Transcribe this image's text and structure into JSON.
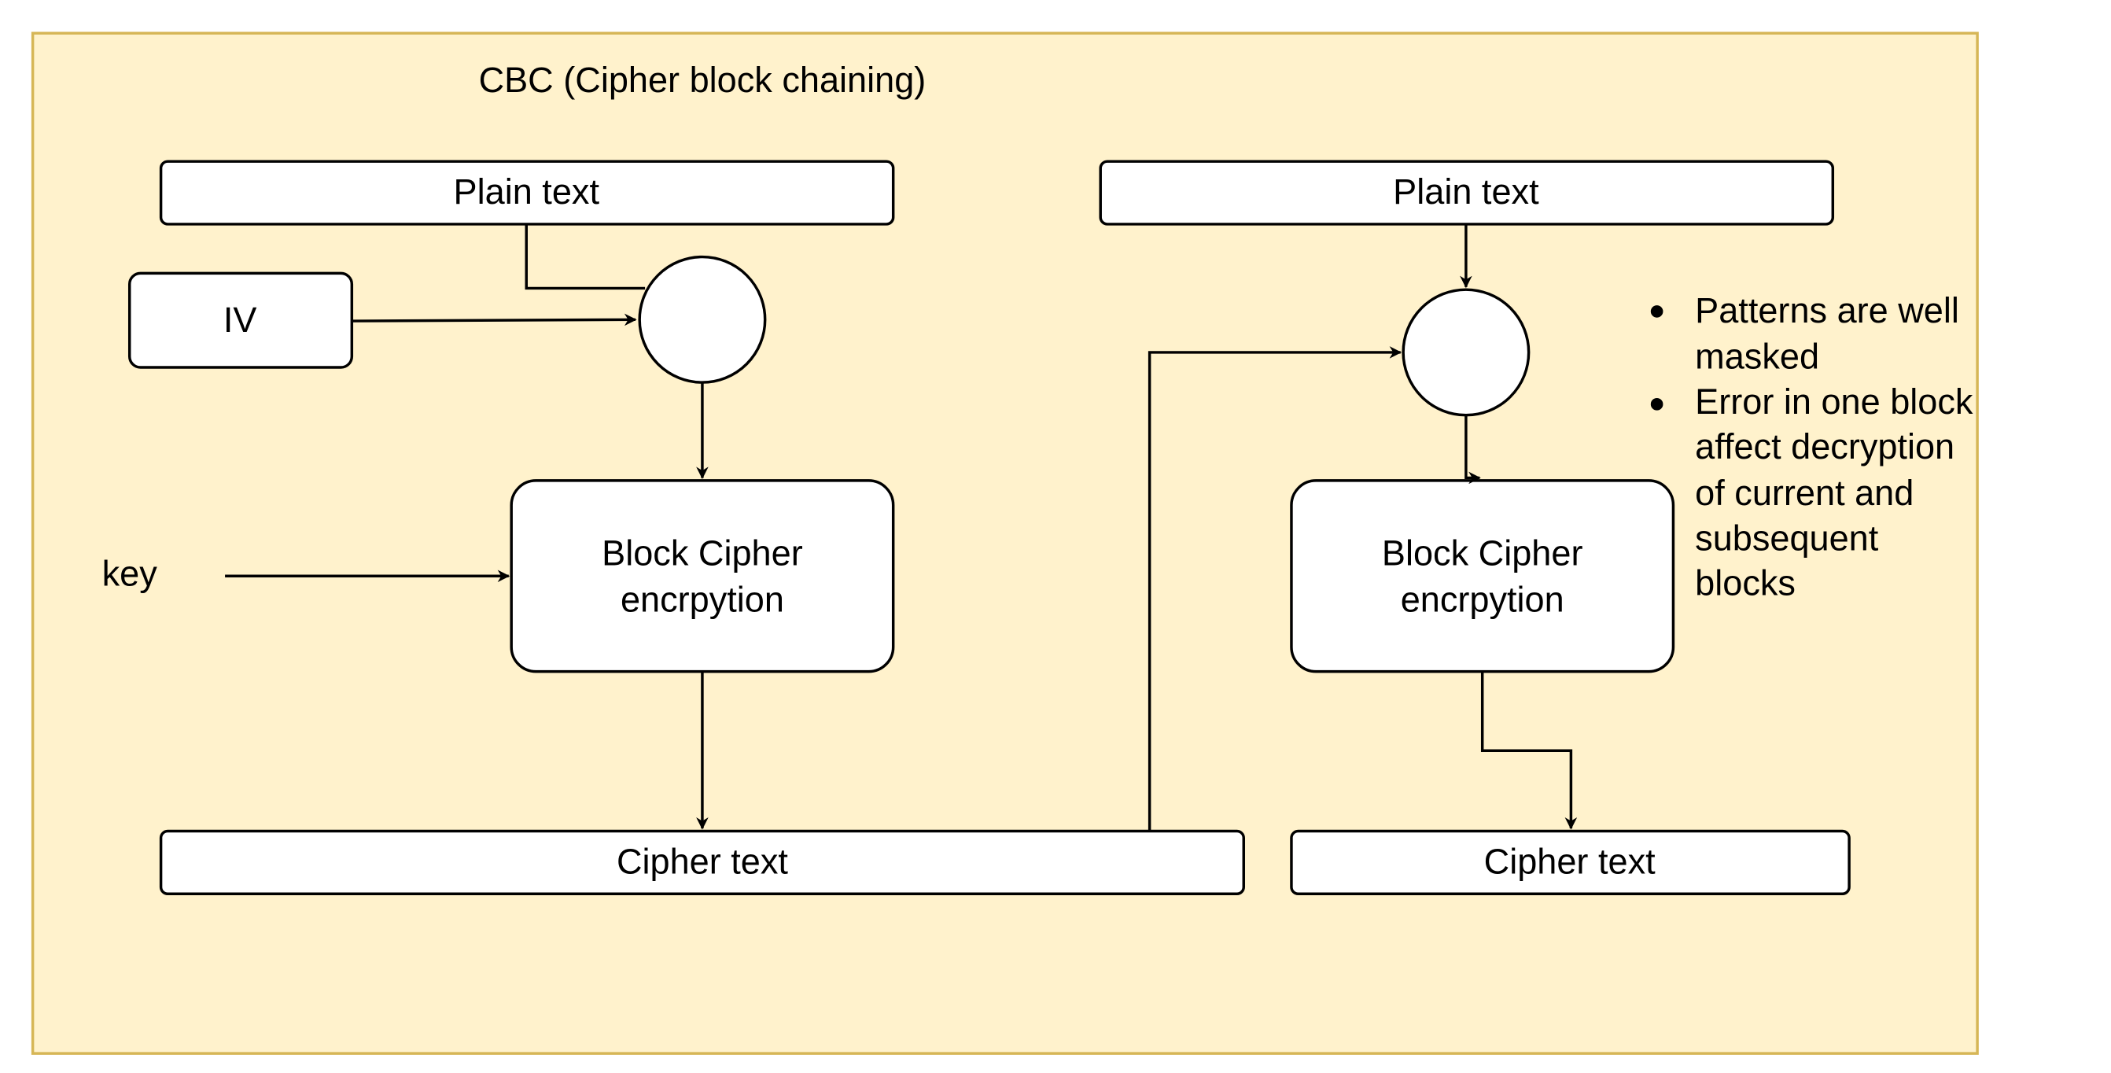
{
  "colors": {
    "panel_fill": "#fff2cc",
    "panel_border": "#d6b656",
    "shape_fill": "#ffffff",
    "stroke": "#000000"
  },
  "title": "CBC (Cipher block chaining)",
  "iv_label": "IV",
  "key_label": "key",
  "blocks": [
    {
      "plain_text": "Plain text",
      "cipher_line1": "Block Cipher",
      "cipher_line2": "encrpytion",
      "cipher_text": "Cipher text"
    },
    {
      "plain_text": "Plain text",
      "cipher_line1": "Block Cipher",
      "cipher_line2": "encrpytion",
      "cipher_text": "Cipher text"
    }
  ],
  "notes": [
    [
      "Patterns are well",
      "masked"
    ],
    [
      "Error in one block",
      "affect decryption",
      "of current and",
      "subsequent",
      "blocks"
    ]
  ],
  "icons": {
    "xor_node": "xor-circle-icon",
    "bullet": "bullet-dot-icon"
  }
}
